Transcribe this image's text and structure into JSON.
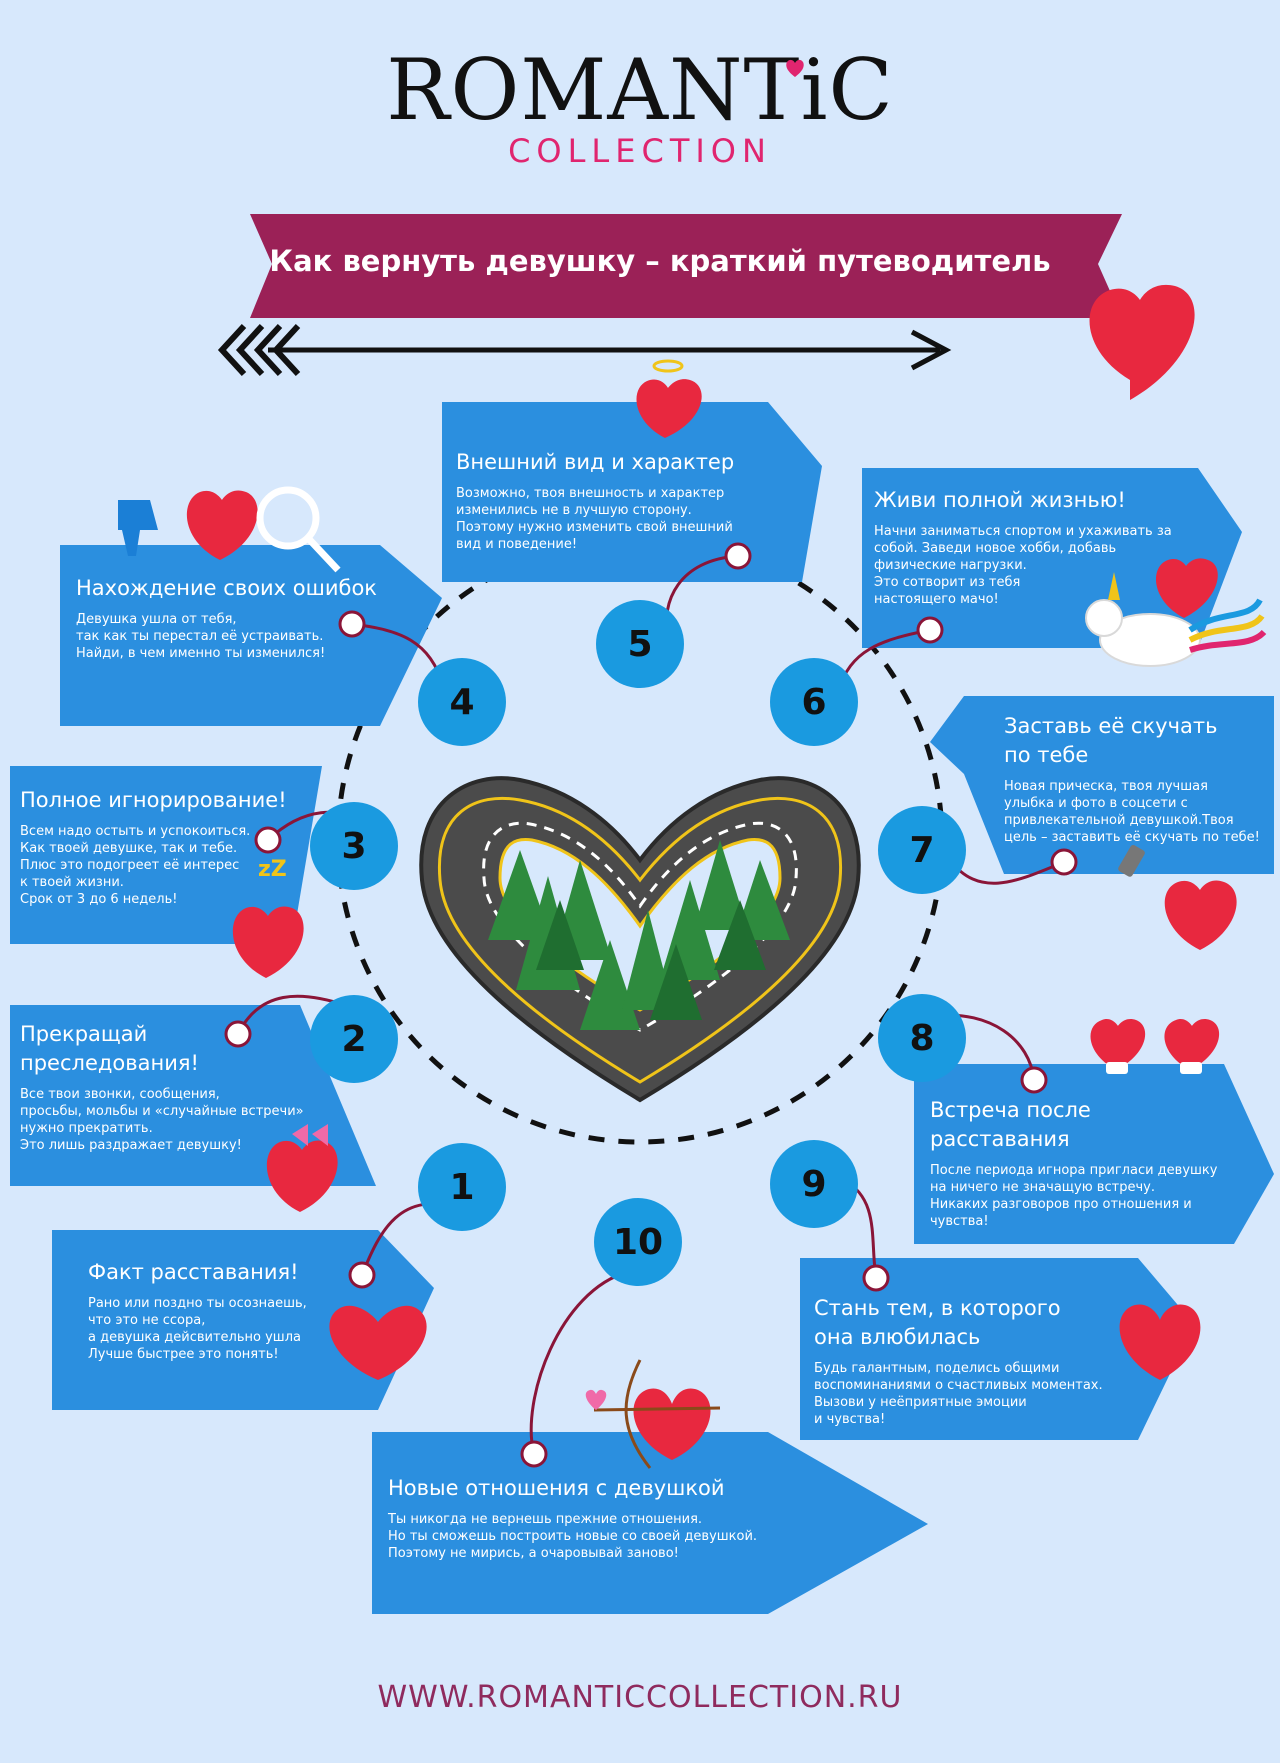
{
  "logo": {
    "brand": "ROMANTiC",
    "sub": "COLLECTION"
  },
  "banner": {
    "title": "Как вернуть девушку – краткий путеводитель"
  },
  "steps": [
    {
      "number": "1",
      "title": "Факт расставания!",
      "text": "Рано или поздно ты осознаешь,\nчто это не ссора,\nа девушка дейсвительно ушла\nЛучше быстрее это понять!"
    },
    {
      "number": "2",
      "title": "Прекращай\nпреследования!",
      "text": "Все твои звонки, сообщения,\nпросьбы, мольбы и «случайные встречи»\nнужно прекратить.\nЭто лишь раздражает девушку!"
    },
    {
      "number": "3",
      "title": "Полное игнорирование!",
      "text": "Всем надо остыть и успокоиться.\nКак твоей девушке, так и тебе.\nПлюс это подогреет её интерес\nк твоей жизни.\nСрок от 3 до 6 недель!"
    },
    {
      "number": "4",
      "title": "Нахождение своих ошибок",
      "text": "Девушка ушла от тебя,\nтак как ты перестал её устраивать.\nНайди, в чем именно ты изменился!"
    },
    {
      "number": "5",
      "title": "Внешний вид и характер",
      "text": "Возможно, твоя внешность и характер\nизменились не в лучшую сторону.\nПоэтому нужно изменить свой внешний\nвид и поведение!"
    },
    {
      "number": "6",
      "title": "Живи полной жизнью!",
      "text": "Начни заниматься спортом и ухаживать за\nсобой. Заведи новое хобби, добавь\nфизические нагрузки.\nЭто сотворит из тебя\nнастоящего мачо!"
    },
    {
      "number": "7",
      "title": "Заставь её скучать\nпо тебе",
      "text": "Новая прическа, твоя лучшая\nулыбка и фото в соцсети с\nпривлекательной девушкой.Твоя\nцель – заставить её скучать по тебе!"
    },
    {
      "number": "8",
      "title": "Встреча после\nрасставания",
      "text": "После периода игнора пригласи девушку\nна ничего не значащую встречу.\nНикаких разговоров про отношения и\nчувства!"
    },
    {
      "number": "9",
      "title": "Стань тем, в которого\nона влюбилась",
      "text": "Будь галантным, поделись общими\nвоспоминаниями о счастливых моментах.\nВызови у неёприятные эмоции\nи чувства!"
    },
    {
      "number": "10",
      "title": "Новые отношения с девушкой",
      "text": "Ты никогда не вернешь прежние отношения.\nНо ты сможешь построить новые со своей девушкой.\nПоэтому не мирись, а очаровывай заново!"
    }
  ],
  "footer": {
    "url": "WWW.ROMANTICCOLLECTION.RU"
  },
  "colors": {
    "background": "#d7e8fc",
    "banner": "#9b2157",
    "card": "#2b8fdf",
    "number_circle": "#1a9ae0",
    "connector": "#8a1538",
    "heart": "#e8283f",
    "pink": "#e0256f"
  }
}
